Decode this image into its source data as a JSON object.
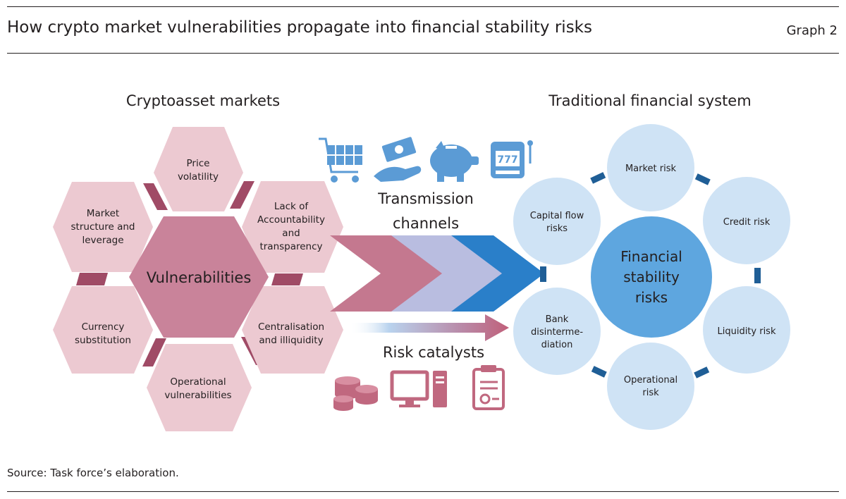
{
  "header": {
    "title": "How crypto market vulnerabilities propagate into financial stability risks",
    "graph_label": "Graph 2"
  },
  "crypto": {
    "heading": "Cryptoasset markets",
    "center": "Vulnerabilities",
    "hexes": [
      {
        "id": "price",
        "lines": [
          "Price",
          "volatility"
        ]
      },
      {
        "id": "accountability",
        "lines": [
          "Lack of",
          "Accountability",
          "and",
          "transparency"
        ]
      },
      {
        "id": "centralisation",
        "lines": [
          "Centralisation",
          "and illiquidity"
        ]
      },
      {
        "id": "operational",
        "lines": [
          "Operational",
          "vulnerabilities"
        ]
      },
      {
        "id": "currency",
        "lines": [
          "Currency",
          "substitution"
        ]
      },
      {
        "id": "market-structure",
        "lines": [
          "Market",
          "structure and",
          "leverage"
        ]
      }
    ]
  },
  "middle": {
    "transmission": [
      "Transmission",
      "channels"
    ],
    "catalysts": "Risk catalysts",
    "top_icons": [
      "shopping-cart-icon",
      "money-in-hand-icon",
      "piggy-bank-icon",
      "slot-machine-icon"
    ],
    "bottom_icons": [
      "coin-stack-icon",
      "desktop-computer-icon",
      "clipboard-certificate-icon"
    ]
  },
  "tradfi": {
    "heading": "Traditional financial system",
    "center": [
      "Financial",
      "stability",
      "risks"
    ],
    "risks": [
      {
        "id": "market",
        "lines": [
          "Market risk"
        ]
      },
      {
        "id": "credit",
        "lines": [
          "Credit risk"
        ]
      },
      {
        "id": "liquidity",
        "lines": [
          "Liquidity risk"
        ]
      },
      {
        "id": "operational",
        "lines": [
          "Operational",
          "risk"
        ]
      },
      {
        "id": "bank",
        "lines": [
          "Bank",
          "disinterme-",
          "diation"
        ]
      },
      {
        "id": "capital",
        "lines": [
          "Capital flow",
          "risks"
        ]
      }
    ]
  },
  "footer": {
    "source": "Source: Task force’s elaboration."
  },
  "colors": {
    "hex_light": "#ecc9d1",
    "hex_center": "#c9839a",
    "connector": "#a04b66",
    "circle_light": "#cfe3f5",
    "circle_center": "#5ea6df",
    "link": "#1f5e96",
    "icon_blue": "#5b9bd5",
    "icon_pink": "#c0687f"
  }
}
